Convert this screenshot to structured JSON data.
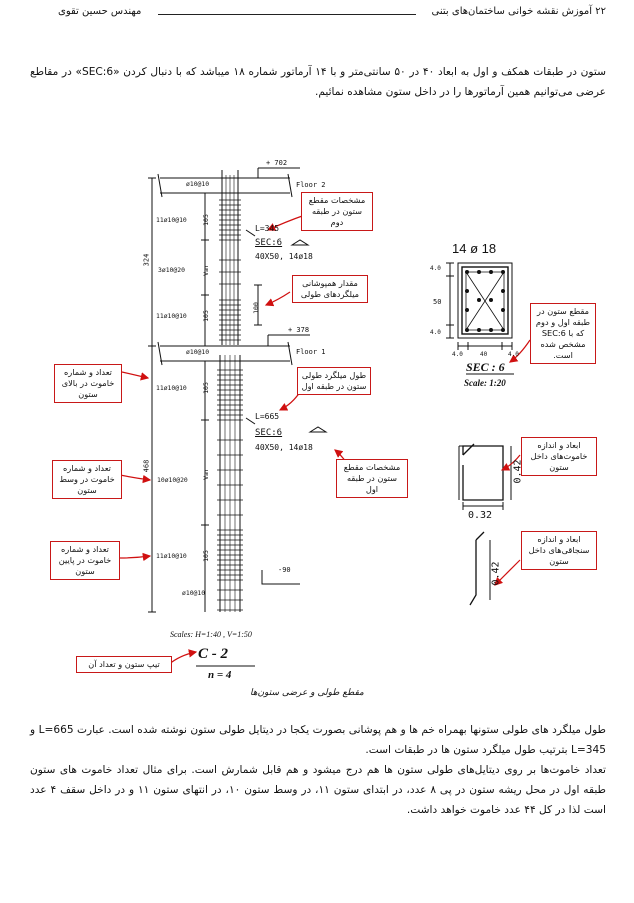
{
  "header": {
    "page_title": "۲۲  آموزش نقشه خوانی ساختمان‌های بتنی",
    "author": "مهندس حسین تقوی"
  },
  "intro_paragraph": "ستون در طبقات همکف و اول به ابعاد ۴۰ در ۵۰ سانتی‌متر و با ۱۴ آرماتور شماره ۱۸ میباشد که با دنبال کردن «SEC:6» در مقاطع عرضی می‌توانیم همین آرماتورها را در داخل ستون مشاهده نمائیم.",
  "drawing": {
    "top_level": "+ 702",
    "floor2": "Floor 2",
    "mid_level": "+ 378",
    "floor1": "Floor 1",
    "bottom_level": "-90",
    "stirrup_top_roof": "ø10@10",
    "stirrup_upper_top": "11ø10@10",
    "stirrup_upper_mid": "3ø10@20",
    "stirrup_upper_bot": "11ø10@10",
    "stirrup_floor1": "ø10@10",
    "stirrup_lower_top": "11ø10@10",
    "stirrup_lower_mid": "10ø10@20",
    "stirrup_lower_bot": "11ø10@10",
    "stirrup_base": "ø10@10",
    "height_upper": "324",
    "height_lower": "468",
    "seg_105_a": "105",
    "seg_var_a": "Var",
    "seg_105_b": "105",
    "seg_100": "100",
    "seg_105_c": "105",
    "seg_var_b": "Var",
    "seg_105_d": "105",
    "lap_upper": "L=345",
    "lap_lower": "L=665",
    "sec_label": "SEC:6",
    "sec_size": "40X50, 14ø18",
    "section_bars": "14 ø 18",
    "dim_40_left": "4.0",
    "dim_50": "50",
    "dim_40_left2": "4.0",
    "dim_bottom_a": "4.0",
    "dim_bottom_b": "40",
    "dim_bottom_c": "4.0",
    "section_title": "SEC : 6",
    "section_scale": "Scale: 1:20",
    "stirrup_h": "0.42",
    "stirrup_w": "0.32",
    "tie_h": "0.42",
    "scales": "Scales:  H=1:40  ,  V=1:50",
    "col_type": "C - 2",
    "col_count": "n = 4",
    "caption": "مقطع طولی و عرضی ستون‌ها"
  },
  "notes": {
    "spec_upper": "مشخصات مقطع ستون در طبقه دوم",
    "overlap": "مقدار همپوشانی میلگردهای طولی",
    "length_floor1": "طول میلگرد طولی ستون در طبقه اول",
    "spec_lower": "مشخصات مقطع ستون در طبقه اول",
    "stirrups_top": "تعداد و شماره خاموت در بالای ستون",
    "stirrups_mid": "تعداد و شماره خاموت در وسط ستون",
    "stirrups_bot": "تعداد و شماره خاموت در پایین ستون",
    "col_type": "تیپ ستون و تعداد آن",
    "section_desc": "مقطع ستون در طبقه اول و دوم که با SEC:6 مشخص شده است.",
    "stirrup_dims": "ابعاد و اندازه خاموت‌های داخل ستون",
    "tie_dims": "ابعاد و اندازه سنجاقی‌های داخل ستون"
  },
  "body_paragraphs": [
    "طول میلگرد های طولی ستونها بهمراه خم ها و هم پوشانی بصورت یکجا در دیتایل طولی ستون نوشته شده است. عبارت L=665 و L=345 بترتیب طول میلگرد ستون ها در طبقات است.",
    "تعداد خاموت‌ها بر روی دیتایل‌های طولی ستون ها هم درج میشود و هم قابل شمارش است. برای مثال تعداد خاموت های ستون طبقه اول در محل ریشه ستون در پی ۸ عدد، در ابتدای ستون ۱۱، در وسط ستون ۱۰، در انتهای ستون ۱۱ و در داخل سقف ۴ عدد است لذا در کل ۴۴ عدد خاموت خواهد داشت."
  ],
  "colors": {
    "note_border": "#c81818",
    "arrow": "#d01010"
  }
}
